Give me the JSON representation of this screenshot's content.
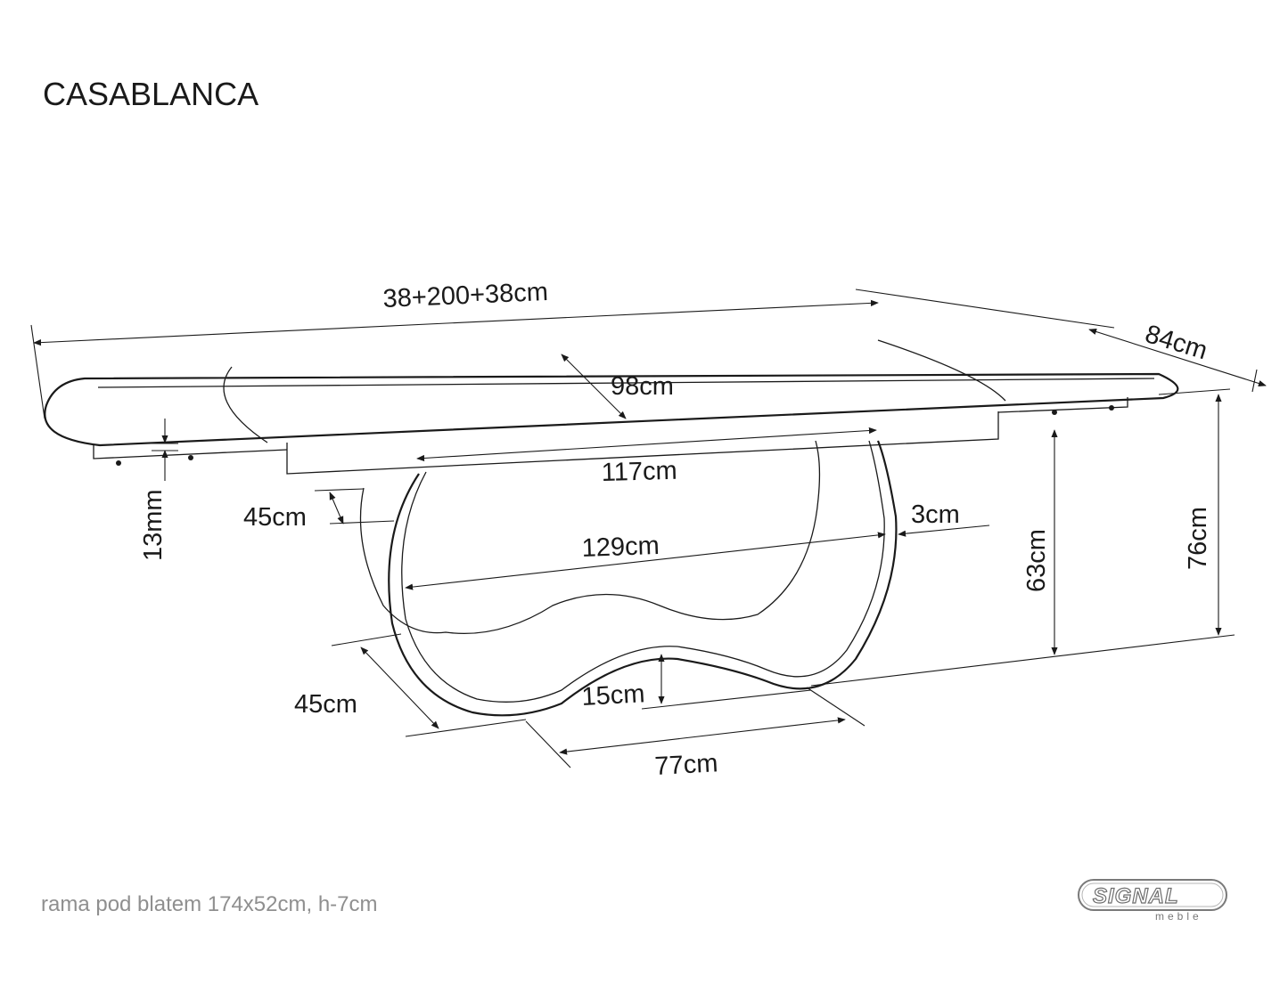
{
  "title": "CASABLANCA",
  "dimensions": {
    "length": "38+200+38cm",
    "width": "84cm",
    "inner_width": "98cm",
    "top_frame": "117cm",
    "top_thickness": "13mm",
    "ring_thickness": "45cm",
    "ring_wall": "3cm",
    "base_span": "129cm",
    "under_height": "63cm",
    "total_height": "76cm",
    "base_depth": "45cm",
    "base_arch": "15cm",
    "base_length": "77cm"
  },
  "footer": {
    "note": "rama pod blatem 174x52cm, h-7cm",
    "brand": "SIGNAL",
    "brand_sub": "meble"
  }
}
